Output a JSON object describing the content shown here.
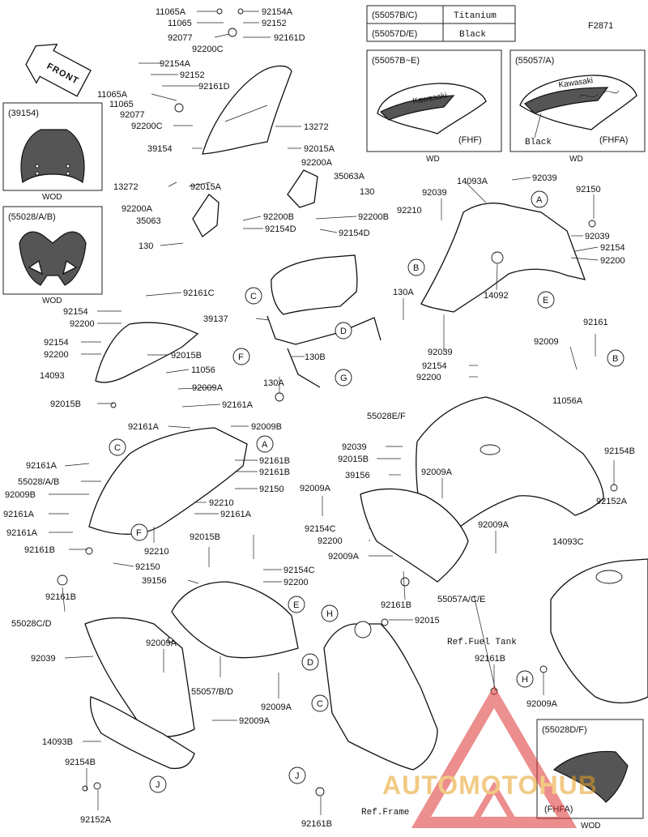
{
  "figure_code": "F2871",
  "variant_table": [
    {
      "code": "(55057B/C)",
      "finish": "Titanium"
    },
    {
      "code": "(55057D/E)",
      "finish": "Black"
    }
  ],
  "insets": {
    "tank_b_e": {
      "code": "(55057B~E)",
      "tag": "(FHF)",
      "note": "WD"
    },
    "tank_a": {
      "code": "(55057/A)",
      "color": "Black",
      "tag": "(FHFA)",
      "note": "WD"
    },
    "windshield": {
      "code": "(39154)",
      "note": "WOD"
    },
    "cowl": {
      "code": "(55028/A/B)",
      "note": "WOD"
    },
    "side": {
      "code": "(55028D/F)",
      "tag": "(FHFA)",
      "note": "WOD"
    }
  },
  "front_label": "FRONT",
  "brand_text": "Kawasaki",
  "watermark": "AUTOMOTOHUB",
  "refs": {
    "fuel_tank": "Ref.Fuel Tank",
    "frame": "Ref.Frame"
  },
  "callout_letters": [
    "A",
    "B",
    "C",
    "D",
    "E",
    "F",
    "G",
    "H",
    "J"
  ],
  "labels": {
    "l1": "11065A",
    "l2": "11065",
    "l3": "92077",
    "l4": "92200C",
    "l5": "92154A",
    "l6": "92152",
    "l7": "92161D",
    "l8": "92154A",
    "l9": "92152",
    "l10": "92161D",
    "l11": "11065A",
    "l12": "11065",
    "l13": "92077",
    "l14": "92200C",
    "l15": "13272",
    "l16": "39154",
    "l17": "92015A",
    "l18": "92200A",
    "l19": "35063A",
    "l20": "130",
    "l21": "13272",
    "l22": "92015A",
    "l23": "92200A",
    "l24": "35063",
    "l25": "92200B",
    "l26": "92154D",
    "l27": "92200B",
    "l28": "92154D",
    "l29": "130",
    "l30": "14093A",
    "l31": "92039",
    "l32": "92039",
    "l33": "92150",
    "l34": "92210",
    "l35": "92039",
    "l36": "92154",
    "l37": "92200",
    "l38": "14092",
    "l39": "130A",
    "l40": "92161C",
    "l41": "39137",
    "l42": "92154",
    "l43": "92200",
    "l44": "92154",
    "l45": "92200",
    "l46": "92015B",
    "l47": "14093",
    "l48": "11056",
    "l49": "130B",
    "l50": "92039",
    "l51": "92009",
    "l52": "92161",
    "l53": "92154",
    "l54": "92200",
    "l55": "11056A",
    "l56": "92009A",
    "l57": "92015B",
    "l58": "92161A",
    "l59": "130A",
    "l60": "92161A",
    "l61": "92009B",
    "l62": "55028E/F",
    "l63": "92039",
    "l64": "92015B",
    "l65": "39156",
    "l66": "92009A",
    "l67": "92154B",
    "l68": "92161A",
    "l69": "55028/A/B",
    "l70": "92009B",
    "l71": "92161B",
    "l72": "92161B",
    "l73": "92150",
    "l74": "92161A",
    "l75": "92161A",
    "l76": "92210",
    "l77": "92161A",
    "l78": "92009A",
    "l79": "92154C",
    "l80": "92200",
    "l81": "92009A",
    "l82": "92152A",
    "l83": "92161B",
    "l84": "92210",
    "l85": "92015B",
    "l86": "92009A",
    "l87": "14093C",
    "l88": "92150",
    "l89": "92154C",
    "l90": "39156",
    "l91": "92200",
    "l92": "92161B",
    "l93": "55057A/C/E",
    "l94": "55028C/D",
    "l95": "92015",
    "l96": "92161B",
    "l97": "92009A",
    "l98": "92039",
    "l99": "55057/B/D",
    "l100": "92161B",
    "l101": "92009A",
    "l102": "92009A",
    "l103": "14093B",
    "l104": "92154B",
    "l105": "92152A",
    "l106": "92161B",
    "l107": "92009A"
  }
}
